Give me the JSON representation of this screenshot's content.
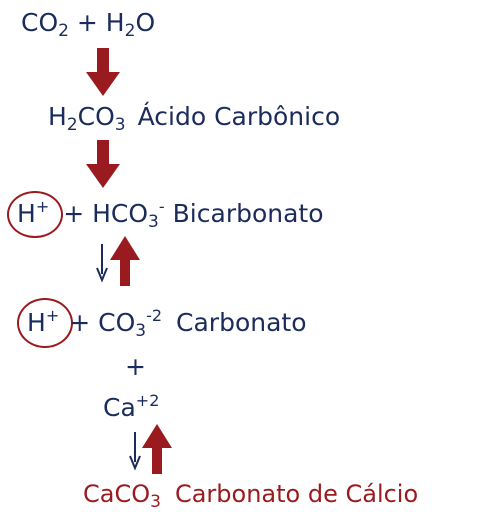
{
  "colors": {
    "text": "#1b2c5c",
    "accent": "#9a1b1f"
  },
  "reaction": {
    "l1": {
      "a": "CO",
      "a_sub": "2",
      "plus": " + H",
      "b_sub": "2",
      "b": "O"
    },
    "l2": {
      "a": "H",
      "a_sub": "2",
      "b": "CO",
      "b_sub": "3",
      "name": "Ácido Carbônico"
    },
    "l3": {
      "h": "H",
      "h_sup": "+",
      "plus": "+ HCO",
      "sub": "3",
      "sup": "-",
      "name": "Bicarbonato"
    },
    "l4": {
      "h": "H",
      "h_sup": "+",
      "plus": "+ CO",
      "sub": "3",
      "sup": "-2",
      "name": "Carbonato"
    },
    "plus": "+",
    "ca": {
      "text": "Ca",
      "sup": "+2"
    },
    "last": {
      "a": "CaCO",
      "sub": "3",
      "name": "Carbonato de Cálcio"
    }
  },
  "arrows": [
    {
      "id": "a1",
      "direction": "down",
      "style": "bold",
      "color": "#9a1b1f"
    },
    {
      "id": "a2",
      "direction": "down",
      "style": "bold",
      "color": "#9a1b1f"
    },
    {
      "id": "a3a",
      "direction": "down",
      "style": "thin",
      "color": "#1b2c5c"
    },
    {
      "id": "a3b",
      "direction": "up",
      "style": "bold",
      "color": "#9a1b1f"
    },
    {
      "id": "a4a",
      "direction": "down",
      "style": "thin",
      "color": "#1b2c5c"
    },
    {
      "id": "a4b",
      "direction": "up",
      "style": "bold",
      "color": "#9a1b1f"
    }
  ]
}
